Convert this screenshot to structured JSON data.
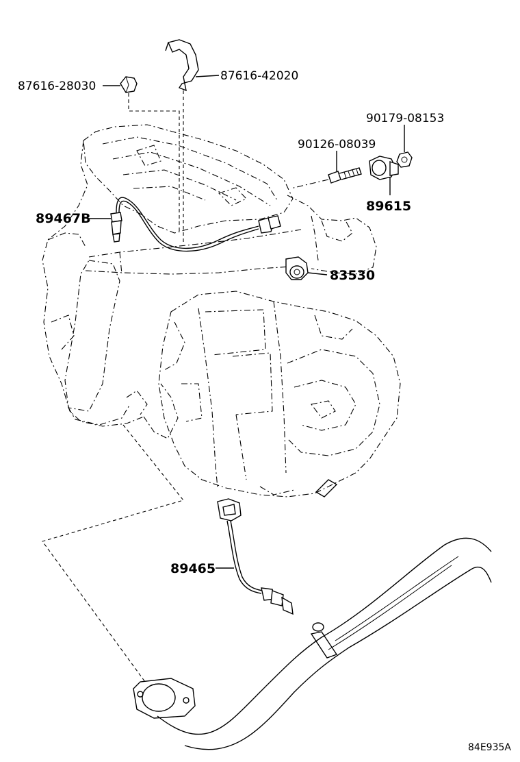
{
  "diagram": {
    "parts": [
      {
        "id": "87616-28030",
        "label": "87616-28030"
      },
      {
        "id": "87616-42020",
        "label": "87616-42020"
      },
      {
        "id": "90179-08153",
        "label": "90179-08153"
      },
      {
        "id": "90126-08039",
        "label": "90126-08039"
      },
      {
        "id": "89615",
        "label": "89615"
      },
      {
        "id": "89467B",
        "label": "89467B"
      },
      {
        "id": "83530",
        "label": "83530"
      },
      {
        "id": "89465",
        "label": "89465"
      }
    ],
    "figure_code": "84E935A"
  }
}
